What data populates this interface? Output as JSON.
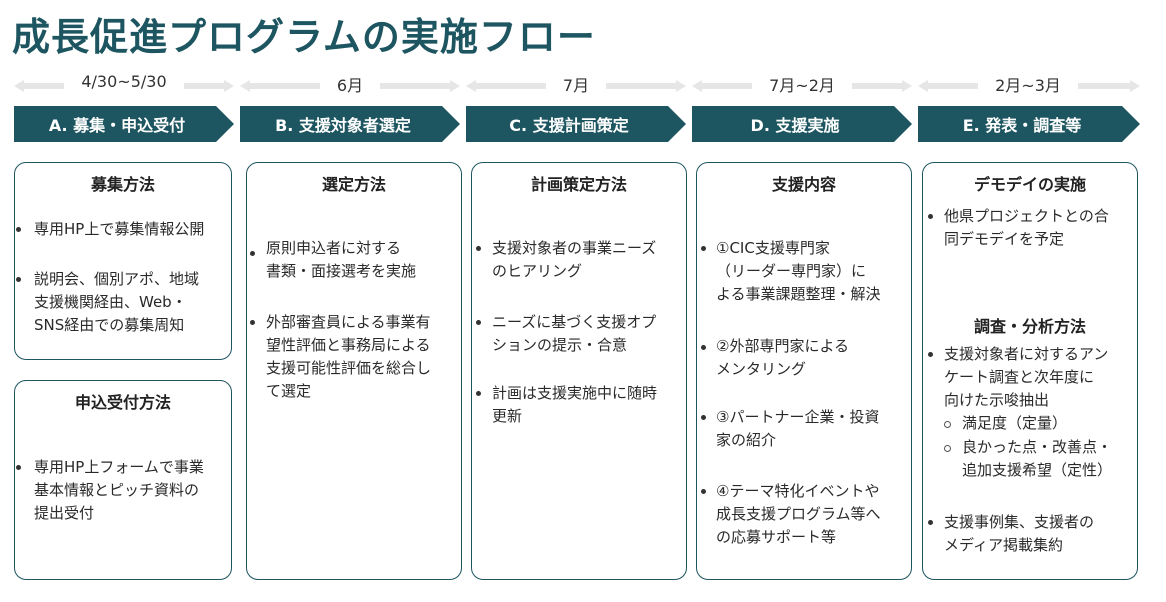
{
  "title": "成長促進プログラムの実施フロー",
  "stages": [
    {
      "period": "4/30~5/30",
      "label": "A. 募集・申込受付"
    },
    {
      "period": "6月",
      "label": "B. 支援対象者選定"
    },
    {
      "period": "7月",
      "label": "C. 支援計画策定"
    },
    {
      "period": "7月~2月",
      "label": "D. 支援実施"
    },
    {
      "period": "2月~3月",
      "label": "E. 発表・調査等"
    }
  ],
  "cards": {
    "a1": {
      "title": "募集方法",
      "items": [
        [
          "専用HP上で募集情報公開"
        ],
        [
          "説明会、個別アポ、地域",
          "支援機関経由、Web・",
          "SNS経由での募集周知"
        ]
      ]
    },
    "a2": {
      "title": "申込受付方法",
      "items": [
        [
          "専用HP上フォームで事業",
          "基本情報とピッチ資料の",
          "提出受付"
        ]
      ]
    },
    "b": {
      "title": "選定方法",
      "items": [
        [
          "原則申込者に対する",
          "書類・面接選考を実施"
        ],
        [
          "外部審査員による事業有",
          "望性評価と事務局による",
          "支援可能性評価を総合し",
          "て選定"
        ]
      ]
    },
    "c": {
      "title": "計画策定方法",
      "items": [
        [
          "支援対象者の事業ニーズ",
          "のヒアリング"
        ],
        [
          "ニーズに基づく支援オプ",
          "ションの提示・合意"
        ],
        [
          "計画は支援実施中に随時",
          "更新"
        ]
      ]
    },
    "d": {
      "title": "支援内容",
      "items": [
        [
          "①CIC支援専門家",
          "（リーダー専門家）に",
          "よる事業課題整理・解決"
        ],
        [
          "②外部専門家による",
          "メンタリング"
        ],
        [
          "③パートナー企業・投資",
          "家の紹介"
        ],
        [
          "④テーマ特化イベントや",
          "成長支援プログラム等へ",
          "の応募サポート等"
        ]
      ]
    },
    "e": {
      "title": "デモデイの実施",
      "items": [
        [
          "他県プロジェクトとの合",
          "同デモデイを予定"
        ]
      ],
      "title2": "調査・分析方法",
      "items2": [
        [
          "支援対象者に対するアン",
          "ケート調査と次年度に",
          "向けた示唆抽出"
        ]
      ],
      "subitems": [
        [
          "満足度（定量）"
        ],
        [
          "良かった点・改善点・",
          "追加支援希望（定性）"
        ]
      ],
      "items3": [
        [
          "支援事例集、支援者の",
          "メディア掲載集約"
        ]
      ]
    }
  }
}
